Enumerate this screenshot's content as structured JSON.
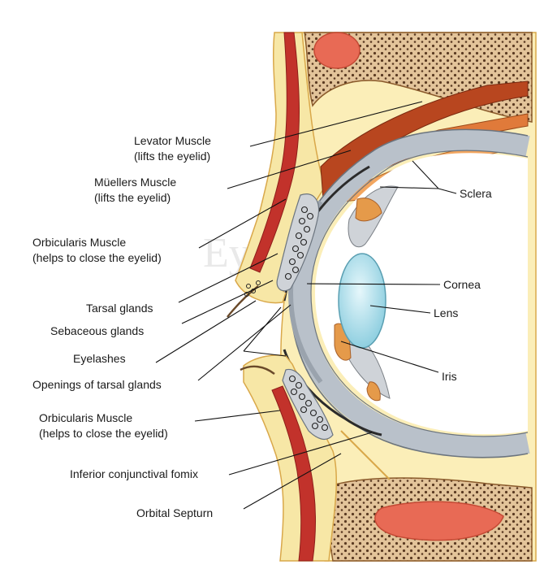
{
  "watermark": "EyePlastics",
  "labels": {
    "levator": [
      "Levator Muscle",
      "(lifts the eyelid)"
    ],
    "muellers": [
      "Müellers Muscle",
      "(lifts the eyelid)"
    ],
    "orbicularis_upper": [
      "Orbicularis Muscle",
      "(helps to close the eyelid)"
    ],
    "tarsal_glands": "Tarsal glands",
    "sebaceous_glands": "Sebaceous glands",
    "eyelashes": "Eyelashes",
    "openings_tarsal": "Openings of tarsal glands",
    "orbicularis_lower": [
      "Orbicularis Muscle",
      "(helps to close the eyelid)"
    ],
    "inferior_fornix": "Inferior conjunctival fomix",
    "orbital_septum": "Orbital Septurn",
    "sclera": "Sclera",
    "cornea": "Cornea",
    "lens": "Lens",
    "iris": "Iris"
  },
  "colors": {
    "skin": "#f7e7a6",
    "skin_outline": "#d9a84a",
    "muscle": "#c2322b",
    "levator": "#b8461f",
    "bone": "#e3c49a",
    "bone_marrow": "#e86a55",
    "sclera": "#c9cfd6",
    "lens": "#a9dce8",
    "iris": "#e59a4a"
  }
}
